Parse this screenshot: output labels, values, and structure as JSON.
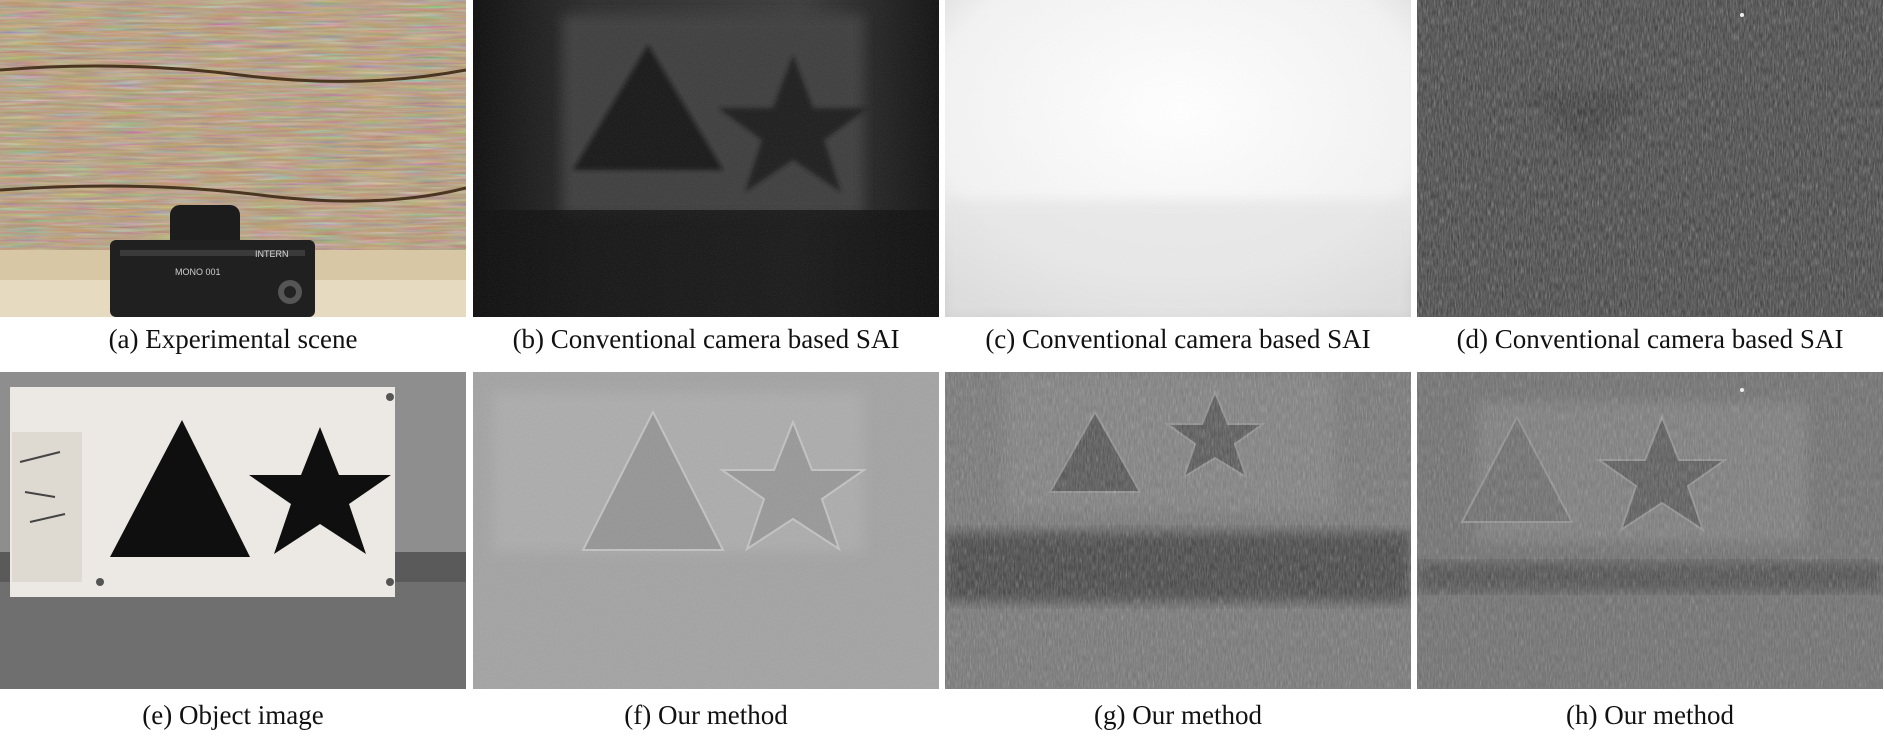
{
  "panels": [
    {
      "id": "a",
      "caption": "(a) Experimental scene"
    },
    {
      "id": "b",
      "caption": "(b) Conventional camera based SAI"
    },
    {
      "id": "c",
      "caption": "(c) Conventional camera based SAI"
    },
    {
      "id": "d",
      "caption": "(d) Conventional camera based SAI"
    },
    {
      "id": "e",
      "caption": "(e) Object image"
    },
    {
      "id": "f",
      "caption": "(f) Our method"
    },
    {
      "id": "g",
      "caption": "(g) Our method"
    },
    {
      "id": "h",
      "caption": "(h) Our method"
    }
  ],
  "camera_label": "INTERN",
  "camera_model": "MONO 001"
}
